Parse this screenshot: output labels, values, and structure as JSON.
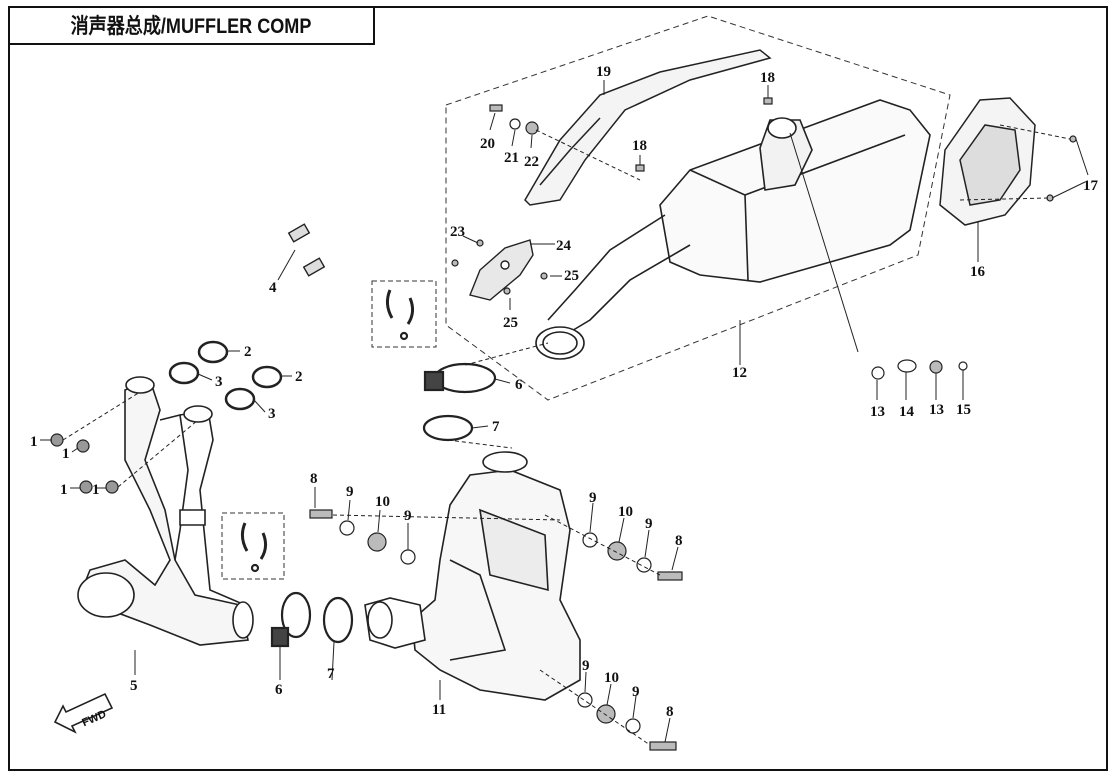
{
  "title": "消声器总成/MUFFLER COMP",
  "fwd_label": "FWD",
  "labels": {
    "l1a": "1",
    "l1b": "1",
    "l1c": "1",
    "l1d": "1",
    "l2a": "2",
    "l2b": "2",
    "l3a": "3",
    "l3b": "3",
    "l4": "4",
    "l5": "5",
    "l6a": "6",
    "l6b": "6",
    "l7a": "7",
    "l7b": "7",
    "l8a": "8",
    "l8b": "8",
    "l8c": "8",
    "l9a": "9",
    "l9b": "9",
    "l9c": "9",
    "l9d": "9",
    "l9e": "9",
    "l9f": "9",
    "l10a": "10",
    "l10b": "10",
    "l10c": "10",
    "l11": "11",
    "l12": "12",
    "l13a": "13",
    "l13b": "13",
    "l14": "14",
    "l15": "15",
    "l16": "16",
    "l17": "17",
    "l18a": "18",
    "l18b": "18",
    "l19": "19",
    "l20": "20",
    "l21": "21",
    "l22": "22",
    "l23": "23",
    "l24": "24",
    "l25a": "25",
    "l25b": "25"
  }
}
